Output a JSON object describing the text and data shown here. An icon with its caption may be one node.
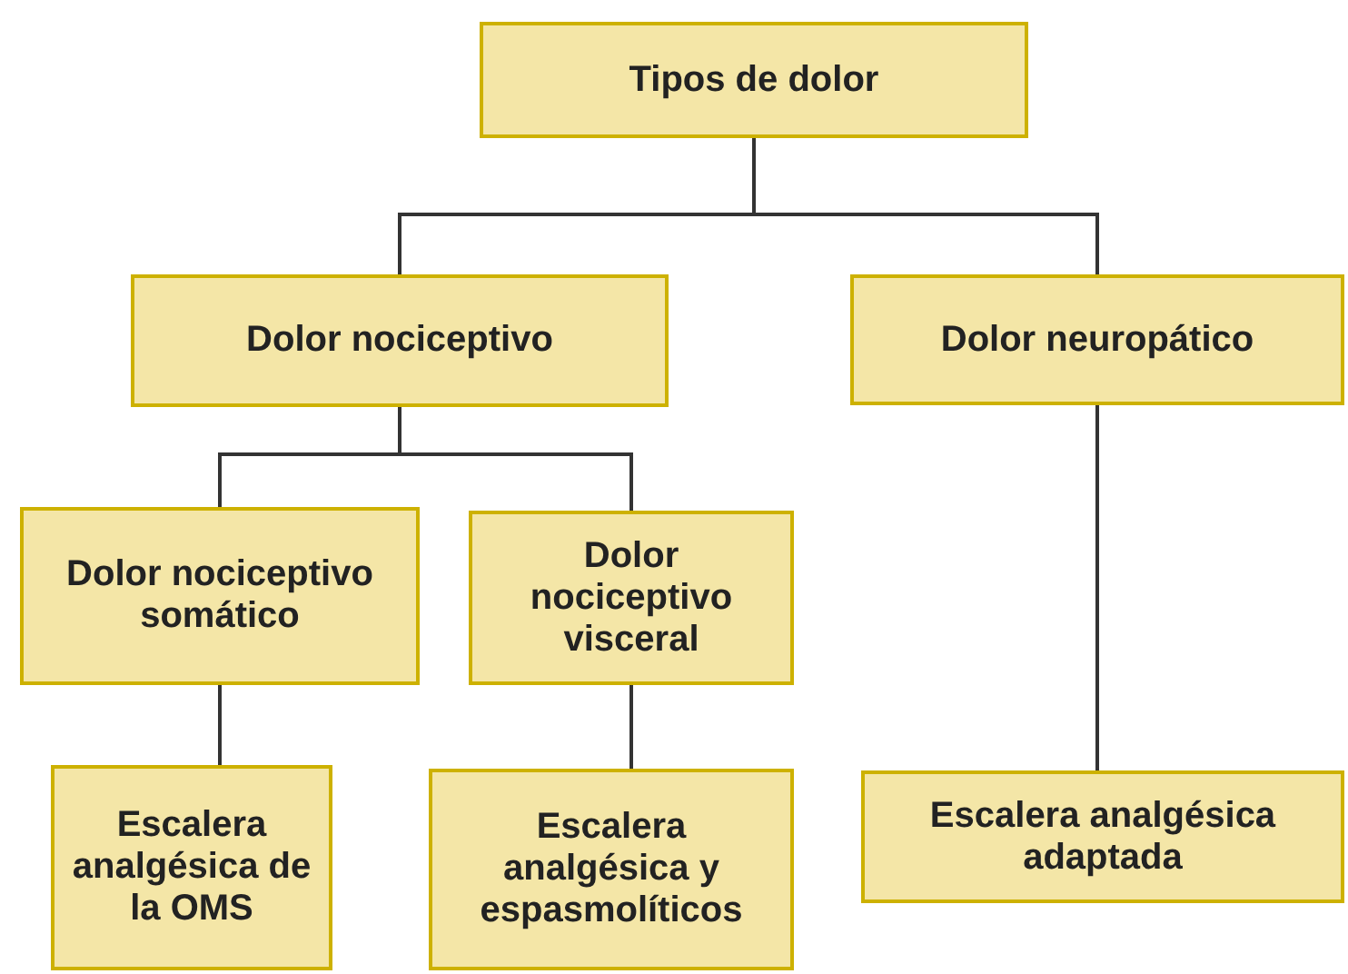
{
  "diagram": {
    "nodes": [
      {
        "text": [
          "Tipos de dolor"
        ]
      },
      {
        "text": [
          "Dolor nociceptivo"
        ]
      },
      {
        "text": [
          "Dolor neuropático"
        ]
      },
      {
        "text": [
          "Dolor nociceptivo somático"
        ]
      },
      {
        "text": [
          "Dolor nociceptivo visceral"
        ]
      },
      {
        "text": [
          "Escalera analgésica de la OMS"
        ]
      },
      {
        "text": [
          "Escalera analgésica y espasmolíticos"
        ]
      },
      {
        "text": [
          "Escalera analgésica adaptada"
        ]
      }
    ],
    "edges": [
      {
        "from": 0,
        "to": 1,
        "arrow": "none"
      },
      {
        "from": 0,
        "to": 2,
        "arrow": "none"
      },
      {
        "from": 1,
        "to": 3,
        "arrow": "none"
      },
      {
        "from": 1,
        "to": 4,
        "arrow": "none"
      },
      {
        "from": 3,
        "to": 5,
        "arrow": "none"
      },
      {
        "from": 4,
        "to": 6,
        "arrow": "none"
      },
      {
        "from": 2,
        "to": 7,
        "arrow": "none"
      }
    ]
  }
}
